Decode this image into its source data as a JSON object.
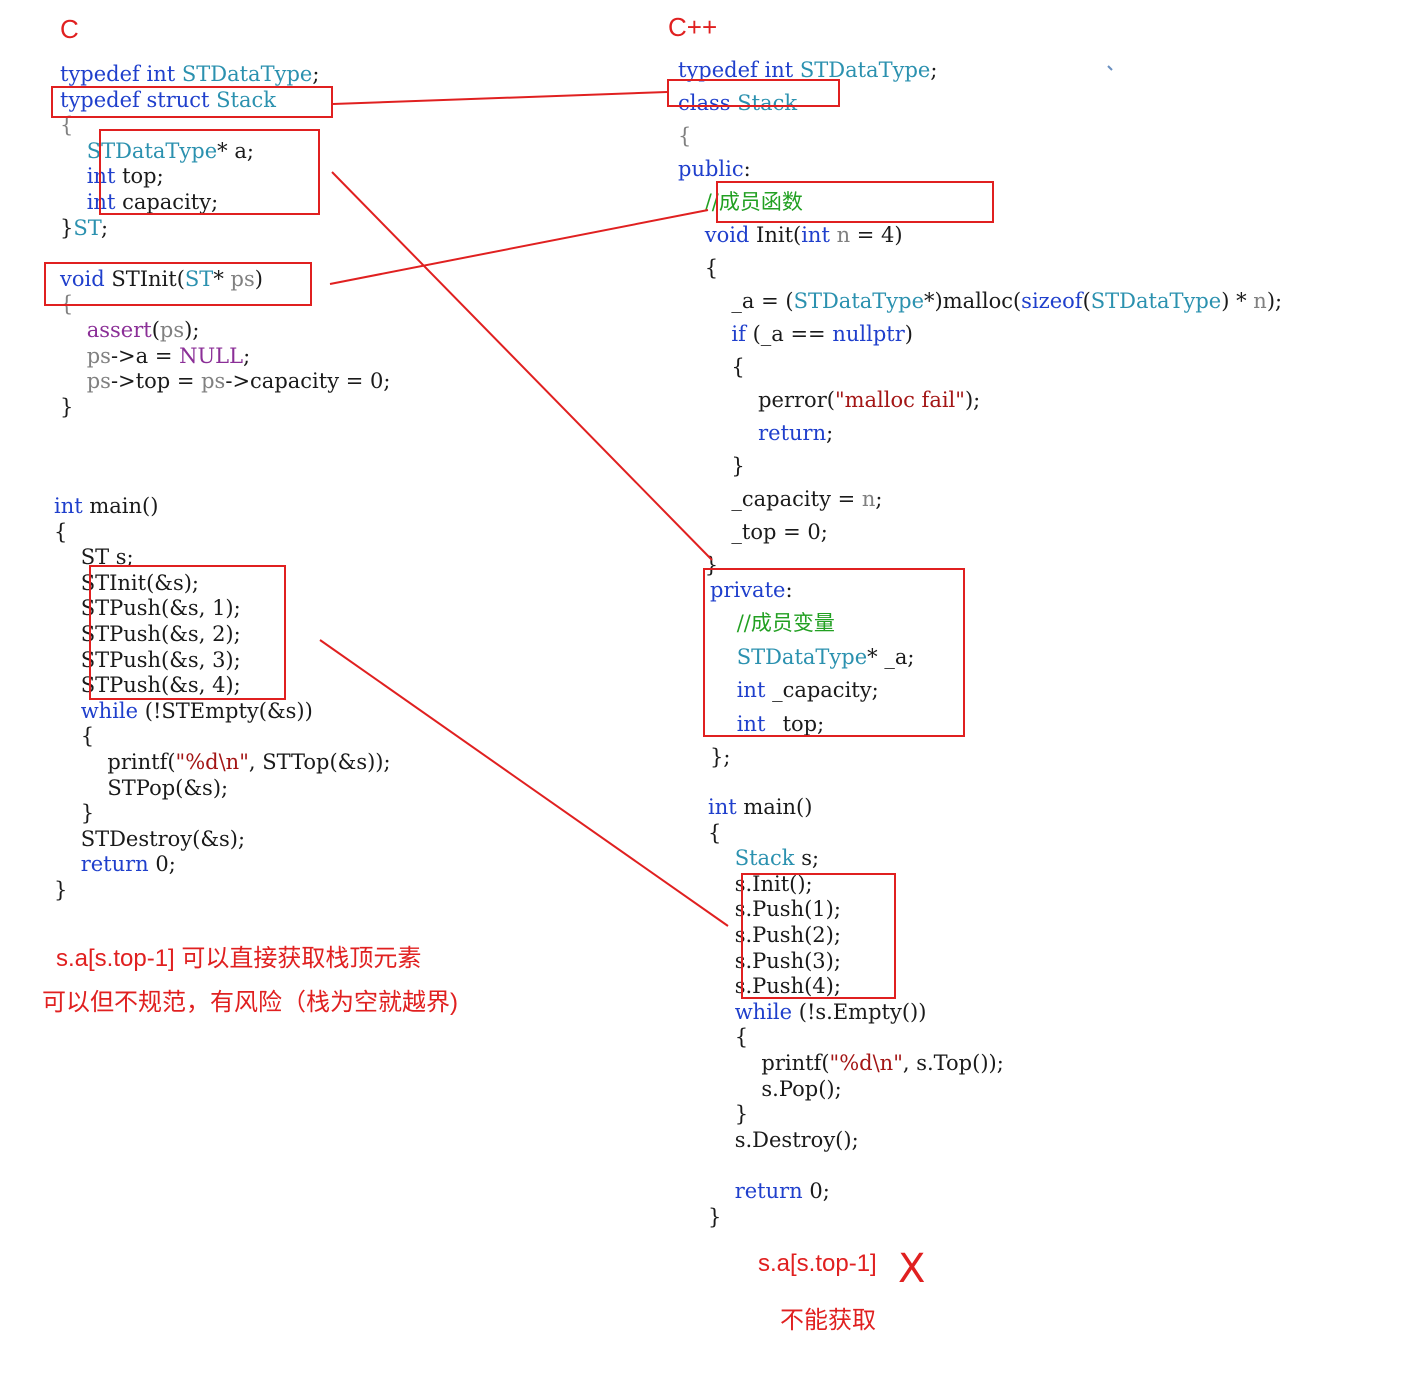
{
  "labels": {
    "c": "C",
    "cpp": "C++",
    "note_c_1": "s.a[s.top-1] 可以直接获取栈顶元素",
    "note_c_2": "可以但不规范，有风险（栈为空就越界)",
    "note_cpp_1": "s.a[s.top-1]",
    "note_cpp_2": "不能获取",
    "cross_mark": "X"
  },
  "code_c": [
    [
      [
        "k",
        "typedef "
      ],
      [
        "k",
        "int "
      ],
      [
        "t",
        "STDataType"
      ],
      [
        "n",
        ";"
      ]
    ],
    [
      [
        "k",
        "typedef "
      ],
      [
        "k",
        "struct "
      ],
      [
        "t",
        "Stack"
      ]
    ],
    [
      [
        "p",
        "{"
      ]
    ],
    [
      [
        "n",
        "    "
      ],
      [
        "t",
        "STDataType"
      ],
      [
        "n",
        "* a;"
      ]
    ],
    [
      [
        "n",
        "    "
      ],
      [
        "k",
        "int "
      ],
      [
        "n",
        "top;"
      ]
    ],
    [
      [
        "n",
        "    "
      ],
      [
        "k",
        "int "
      ],
      [
        "n",
        "capacity;"
      ]
    ],
    [
      [
        "n",
        "}"
      ],
      [
        "t",
        "ST"
      ],
      [
        "n",
        ";"
      ]
    ],
    [
      [
        "n",
        ""
      ]
    ],
    [
      [
        "k",
        "void "
      ],
      [
        "n",
        "STInit("
      ],
      [
        "t",
        "ST"
      ],
      [
        "n",
        "* "
      ],
      [
        "p",
        "ps"
      ],
      [
        "n",
        ")"
      ]
    ],
    [
      [
        "p",
        "{"
      ]
    ],
    [
      [
        "n",
        "    "
      ],
      [
        "m",
        "assert"
      ],
      [
        "n",
        "("
      ],
      [
        "p",
        "ps"
      ],
      [
        "n",
        ");"
      ]
    ],
    [
      [
        "n",
        "    "
      ],
      [
        "p",
        "ps"
      ],
      [
        "n",
        "->a = "
      ],
      [
        "m",
        "NULL"
      ],
      [
        "n",
        ";"
      ]
    ],
    [
      [
        "n",
        "    "
      ],
      [
        "p",
        "ps"
      ],
      [
        "n",
        "->top = "
      ],
      [
        "p",
        "ps"
      ],
      [
        "n",
        "->capacity = 0;"
      ]
    ],
    [
      [
        "n",
        "}"
      ]
    ]
  ],
  "code_c_main": [
    [
      [
        "k",
        "int "
      ],
      [
        "n",
        "main()"
      ]
    ],
    [
      [
        "n",
        "{"
      ]
    ],
    [
      [
        "n",
        "    ST s;"
      ]
    ],
    [
      [
        "n",
        "    STInit(&s);"
      ]
    ],
    [
      [
        "n",
        "    STPush(&s, 1);"
      ]
    ],
    [
      [
        "n",
        "    STPush(&s, 2);"
      ]
    ],
    [
      [
        "n",
        "    STPush(&s, 3);"
      ]
    ],
    [
      [
        "n",
        "    STPush(&s, 4);"
      ]
    ],
    [
      [
        "n",
        "    "
      ],
      [
        "k",
        "while "
      ],
      [
        "n",
        "(!STEmpty(&s))"
      ]
    ],
    [
      [
        "n",
        "    {"
      ]
    ],
    [
      [
        "n",
        "        printf("
      ],
      [
        "s",
        "\"%d\\n\""
      ],
      [
        "n",
        ", STTop(&s));"
      ]
    ],
    [
      [
        "n",
        "        STPop(&s);"
      ]
    ],
    [
      [
        "n",
        "    }"
      ]
    ],
    [
      [
        "n",
        "    STDestroy(&s);"
      ]
    ],
    [
      [
        "n",
        "    "
      ],
      [
        "k",
        "return "
      ],
      [
        "n",
        "0;"
      ]
    ],
    [
      [
        "n",
        "}"
      ]
    ]
  ],
  "code_cpp": [
    [
      [
        "k",
        "typedef "
      ],
      [
        "k",
        "int "
      ],
      [
        "t",
        "STDataType"
      ],
      [
        "n",
        ";"
      ]
    ],
    [
      [
        "k",
        "class "
      ],
      [
        "t",
        "Stack"
      ]
    ],
    [
      [
        "p",
        "{"
      ]
    ],
    [
      [
        "k",
        "public"
      ],
      [
        "n",
        ":"
      ]
    ],
    [
      [
        "g",
        "    //成员函数"
      ]
    ],
    [
      [
        "n",
        "    "
      ],
      [
        "k",
        "void "
      ],
      [
        "n",
        "Init("
      ],
      [
        "k",
        "int "
      ],
      [
        "p",
        "n"
      ],
      [
        "n",
        " = 4)"
      ]
    ],
    [
      [
        "n",
        "    {"
      ]
    ],
    [
      [
        "n",
        "        _a = ("
      ],
      [
        "t",
        "STDataType"
      ],
      [
        "n",
        "*)malloc("
      ],
      [
        "k",
        "sizeof"
      ],
      [
        "n",
        "("
      ],
      [
        "t",
        "STDataType"
      ],
      [
        "n",
        ") * "
      ],
      [
        "p",
        "n"
      ],
      [
        "n",
        ");"
      ]
    ],
    [
      [
        "n",
        "        "
      ],
      [
        "k",
        "if "
      ],
      [
        "n",
        "(_a == "
      ],
      [
        "k",
        "nullptr"
      ],
      [
        "n",
        ")"
      ]
    ],
    [
      [
        "n",
        "        {"
      ]
    ],
    [
      [
        "n",
        "            perror("
      ],
      [
        "s",
        "\"malloc fail\""
      ],
      [
        "n",
        ");"
      ]
    ],
    [
      [
        "n",
        "            "
      ],
      [
        "k",
        "return"
      ],
      [
        "n",
        ";"
      ]
    ],
    [
      [
        "n",
        "        }"
      ]
    ],
    [
      [
        "n",
        "        _capacity = "
      ],
      [
        "p",
        "n"
      ],
      [
        "n",
        ";"
      ]
    ],
    [
      [
        "n",
        "        _top = 0;"
      ]
    ],
    [
      [
        "n",
        "    }"
      ]
    ]
  ],
  "code_cpp_private": [
    [
      [
        "k",
        "private"
      ],
      [
        "n",
        ":"
      ]
    ],
    [
      [
        "g",
        "    //成员变量"
      ]
    ],
    [
      [
        "n",
        "    "
      ],
      [
        "t",
        "STDataType"
      ],
      [
        "n",
        "* _a;"
      ]
    ],
    [
      [
        "n",
        "    "
      ],
      [
        "k",
        "int "
      ],
      [
        "n",
        "_capacity;"
      ]
    ],
    [
      [
        "n",
        "    "
      ],
      [
        "k",
        "int "
      ],
      [
        "n",
        "_top;"
      ]
    ],
    [
      [
        "n",
        "};"
      ]
    ]
  ],
  "code_cpp_main": [
    [
      [
        "k",
        "int "
      ],
      [
        "n",
        "main()"
      ]
    ],
    [
      [
        "n",
        "{"
      ]
    ],
    [
      [
        "n",
        "    "
      ],
      [
        "t",
        "Stack "
      ],
      [
        "n",
        "s;"
      ]
    ],
    [
      [
        "n",
        "    s.Init();"
      ]
    ],
    [
      [
        "n",
        "    s.Push(1);"
      ]
    ],
    [
      [
        "n",
        "    s.Push(2);"
      ]
    ],
    [
      [
        "n",
        "    s.Push(3);"
      ]
    ],
    [
      [
        "n",
        "    s.Push(4);"
      ]
    ],
    [
      [
        "n",
        "    "
      ],
      [
        "k",
        "while "
      ],
      [
        "n",
        "(!s.Empty())"
      ]
    ],
    [
      [
        "n",
        "    {"
      ]
    ],
    [
      [
        "n",
        "        printf("
      ],
      [
        "s",
        "\"%d\\n\""
      ],
      [
        "n",
        ", s.Top());"
      ]
    ],
    [
      [
        "n",
        "        s.Pop();"
      ]
    ],
    [
      [
        "n",
        "    }"
      ]
    ],
    [
      [
        "n",
        "    s.Destroy();"
      ]
    ],
    [
      [
        "n",
        ""
      ]
    ],
    [
      [
        "n",
        "    "
      ],
      [
        "k",
        "return "
      ],
      [
        "n",
        "0;"
      ]
    ],
    [
      [
        "n",
        "}"
      ]
    ]
  ],
  "colors": {
    "annotation": "#e02020",
    "keyword": "#1f3fcc",
    "type": "#2b91af",
    "comment": "#22a022",
    "string": "#a31515"
  }
}
